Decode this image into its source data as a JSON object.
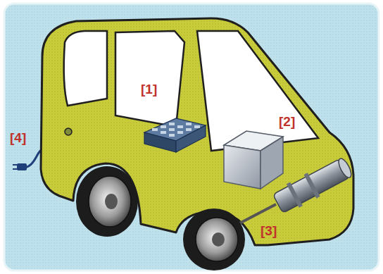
{
  "diagram": {
    "labels": [
      "[1]",
      "[2]",
      "[3]",
      "[4]"
    ]
  }
}
